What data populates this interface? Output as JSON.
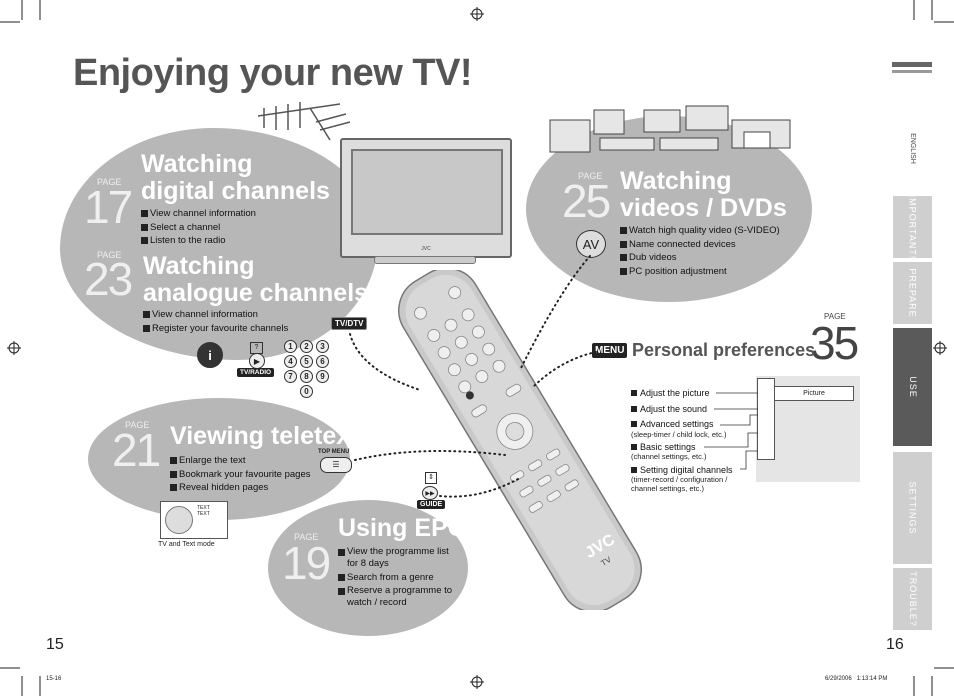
{
  "header": {
    "title": "Enjoying your new TV!"
  },
  "side_tabs": [
    {
      "label": "ENGLISH",
      "active": false
    },
    {
      "label": "IMPORTANT!",
      "active": false
    },
    {
      "label": "PREPARE",
      "active": false
    },
    {
      "label": "USE",
      "active": true
    },
    {
      "label": "SETTINGS",
      "active": false
    },
    {
      "label": "TROUBLE?",
      "active": false
    }
  ],
  "page_label": "PAGE",
  "sections": {
    "digital": {
      "page": "17",
      "title_line1": "Watching",
      "title_line2": "digital channels",
      "items": [
        "View channel information",
        "Select a channel",
        "Listen to the radio"
      ]
    },
    "analogue": {
      "page": "23",
      "title_line1": "Watching",
      "title_line2": "analogue channels",
      "items": [
        "View channel information",
        "Register your favourite channels"
      ]
    },
    "videos": {
      "page": "25",
      "title_line1": "Watching",
      "title_line2": "videos / DVDs",
      "items": [
        "Watch high quality video (S-VIDEO)",
        "Name connected devices",
        "Dub videos",
        "PC position adjustment"
      ],
      "button": "AV"
    },
    "teletext": {
      "page": "21",
      "title": "Viewing teletext",
      "items": [
        "Enlarge the text",
        "Bookmark your favourite pages",
        "Reveal hidden pages"
      ],
      "button": "TOP MENU",
      "caption": "TV and Text mode",
      "text_labels": [
        "TEXT",
        "TEXT"
      ]
    },
    "epg": {
      "page": "19",
      "title": "Using EPG",
      "items": [
        "View the programme list\nfor 8 days",
        "Search from a genre",
        "Reserve a programme to\nwatch / record"
      ],
      "button": "GUIDE"
    },
    "preferences": {
      "page": "35",
      "menu_badge": "MENU",
      "title": "Personal preferences",
      "menu_items": [
        {
          "label": "Adjust the picture",
          "sub": ""
        },
        {
          "label": "Adjust the sound",
          "sub": ""
        },
        {
          "label": "Advanced settings",
          "sub": "(sleep-timer / child lock, etc.)"
        },
        {
          "label": "Basic settings",
          "sub": "(channel settings, etc.)"
        },
        {
          "label": "Setting digital channels",
          "sub": "(timer-record / configuration /\nchannel settings, etc.)"
        }
      ],
      "screen_label": "Picture"
    }
  },
  "buttons": {
    "tv_dtv": "TV/DTV",
    "tv_radio": "TV/RADIO",
    "info": "i"
  },
  "numpad": [
    "1",
    "2",
    "3",
    "4",
    "5",
    "6",
    "7",
    "8",
    "9",
    "0"
  ],
  "remote": {
    "brand": "JVC",
    "model": "TV"
  },
  "tv": {
    "brand": "JVC"
  },
  "footer": {
    "left_page": "15",
    "right_page": "16",
    "file": "15-16",
    "stamp": "6/29/2006   1:13:14 PM"
  }
}
